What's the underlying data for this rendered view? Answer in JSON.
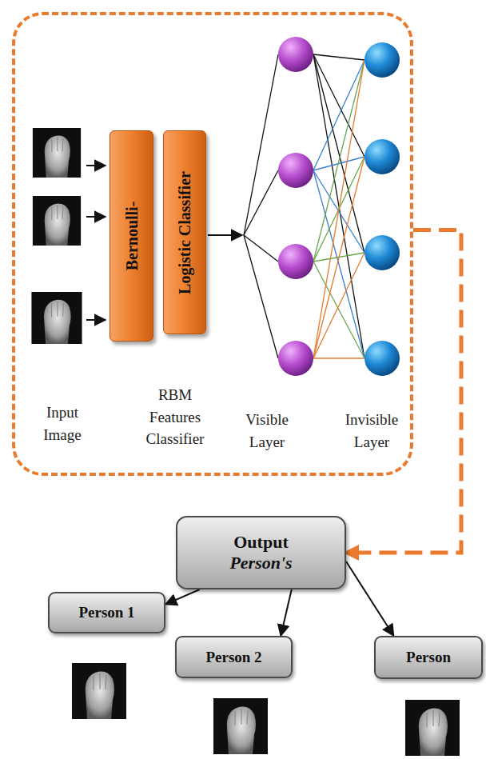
{
  "diagram": {
    "nodes": [
      {
        "text": [
          "Input Image",
          "RBM Features Classifier",
          "Visible Layer",
          "Invisible Layer"
        ]
      },
      {
        "text": [
          "Bernoulli-"
        ],
        "in": 0
      },
      {
        "text": [
          "Logistic Classifier"
        ],
        "in": 0
      },
      {
        "text": [
          "Output",
          "Person's"
        ]
      },
      {
        "text": [
          "Person 1"
        ]
      },
      {
        "text": [
          "Person 2"
        ]
      },
      {
        "text": [
          "Person"
        ]
      }
    ],
    "edges": [
      {
        "from": 0,
        "to": 3,
        "arrow": "to"
      },
      {
        "from": 3,
        "to": 4,
        "arrow": "to"
      },
      {
        "from": 3,
        "to": 5,
        "arrow": "to"
      },
      {
        "from": 3,
        "to": 6,
        "arrow": "to"
      }
    ]
  }
}
